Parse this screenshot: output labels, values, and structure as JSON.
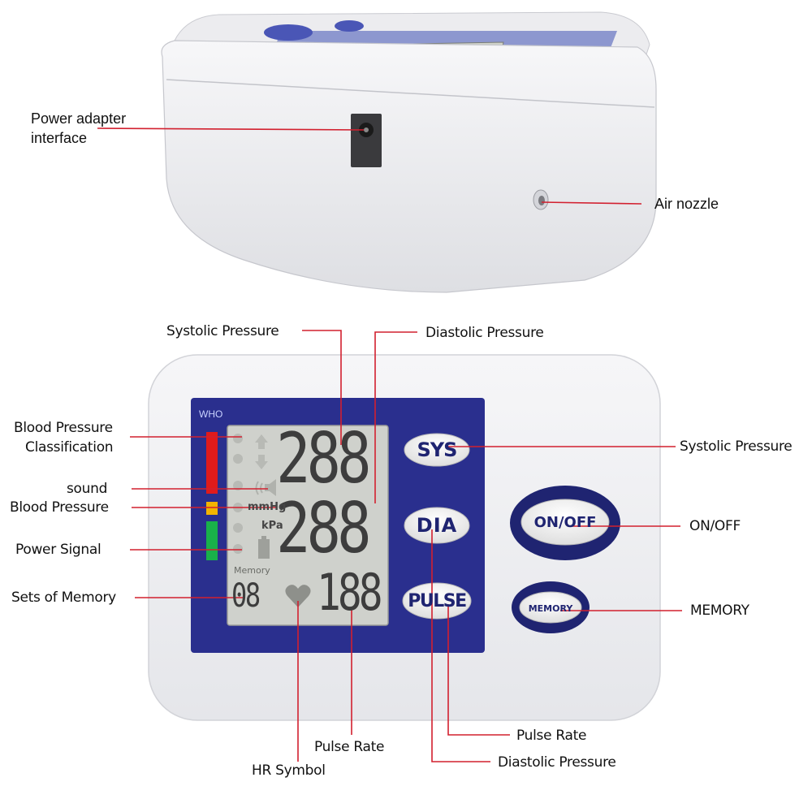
{
  "top_device": {
    "labels": {
      "power_adapter_line1": "Power adapter",
      "power_adapter_line2": "interface",
      "air_nozzle": "Air nozzle"
    }
  },
  "front_device": {
    "panel_brand": "WHO",
    "buttons": {
      "sys": "SYS",
      "dia": "DIA",
      "pulse": "PULSE",
      "on_off": "ON/OFF",
      "memory": "MEMORY"
    },
    "lcd": {
      "unit_mmhg": "mmHg",
      "unit_kpa": "kPa",
      "memory_caption": "Memory",
      "memory_digits": "08",
      "pulse_digits": "188",
      "sys_digits": "288",
      "dia_digits": "288"
    },
    "classification_colors": [
      "#e01b1b",
      "#f2b400",
      "#19b14a"
    ],
    "panel_color": "#2a2f8e",
    "accent_line_color": "#d2202f"
  },
  "callouts": {
    "systolic_top": "Systolic Pressure",
    "diastolic_top": "Diastolic Pressure",
    "bp_class_line1": "Blood Pressure",
    "bp_class_line2": "Classification",
    "sound": "sound",
    "blood_pressure": "Blood Pressure",
    "power_signal": "Power Signal",
    "sets_of_memory": "Sets of Memory",
    "systolic_right": "Systolic Pressure",
    "on_off": "ON/OFF",
    "memory": "MEMORY",
    "pulse_rate_bottom": "Pulse Rate",
    "hr_symbol": "HR Symbol",
    "pulse_rate_right": "Pulse Rate",
    "diastolic_bottom": "Diastolic Pressure"
  }
}
